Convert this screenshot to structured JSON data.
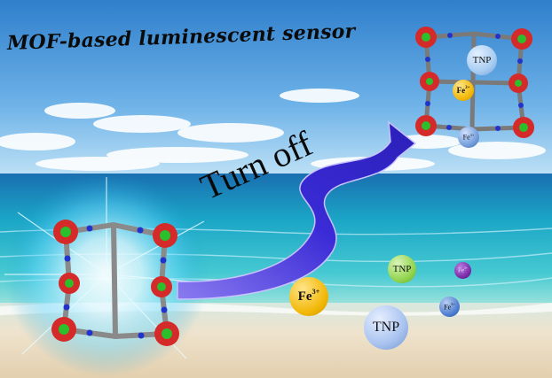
{
  "title": "MOF-based luminescent sensor",
  "arrow_label": "Turn off",
  "analytes": {
    "tnp": "TNP",
    "fe": "Fe",
    "fe_charge": "3+"
  },
  "colors": {
    "sky_top": "#3b8fd4",
    "sea": "#1aa7c4",
    "sand": "#e9dcc4",
    "arrow": "#3a2bd6",
    "fe_ball": "#f2b705",
    "tnp_ball_light": "#a9cdf2",
    "tnp_ball_green": "#8fd24a",
    "fe_small_purple": "#7a2aa6",
    "fe_small_blue": "#4a7bcf",
    "glow": "#dff7ff"
  }
}
